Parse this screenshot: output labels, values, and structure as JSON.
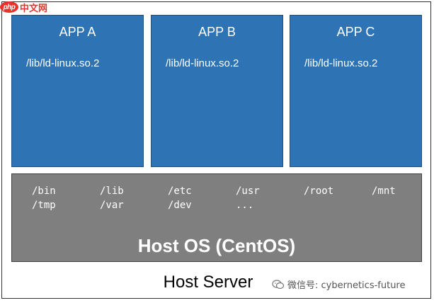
{
  "watermark": {
    "logo": "php",
    "text": "中文网"
  },
  "apps": [
    {
      "title": "APP A",
      "lib": "/lib/ld-linux.so.2"
    },
    {
      "title": "APP B",
      "lib": "/lib/ld-linux.so.2"
    },
    {
      "title": "APP C",
      "lib": "/lib/ld-linux.so.2"
    }
  ],
  "host_os": {
    "title": "Host OS (CentOS)",
    "dirs_row1": [
      "/bin",
      "/lib",
      "/etc",
      "/usr",
      "/root",
      "/mnt"
    ],
    "dirs_row2": [
      "/tmp",
      "/var",
      "/dev",
      "..."
    ]
  },
  "host_server": {
    "label": "Host Server"
  },
  "credit": {
    "text": "微信号: cybernetics-future",
    "icon": "wechat-icon"
  },
  "colors": {
    "app_box": "#2e74b5",
    "host_os": "#7f7f7f",
    "watermark_red": "#e8322c"
  }
}
